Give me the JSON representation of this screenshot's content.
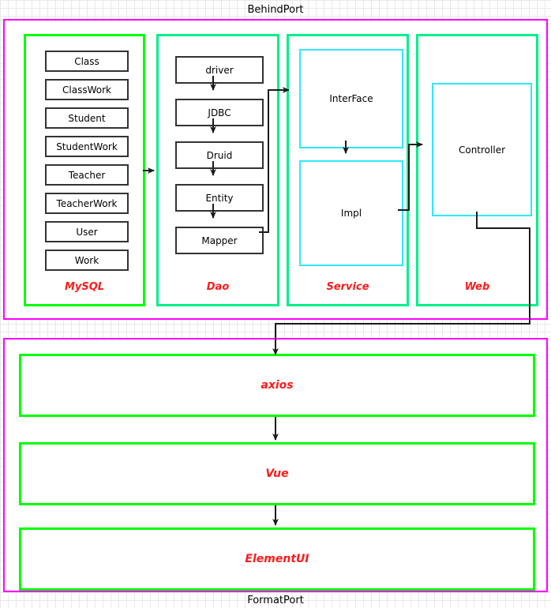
{
  "diagram": {
    "title_top": "BehindPort",
    "title_bottom": "FormatPort",
    "colors": {
      "port_border": "#ff00ff",
      "group_green": "#00ff00",
      "group_spring": "#00ef8a",
      "node_dark": "#333333",
      "node_cyan": "#2ee8ff",
      "label_red": "#ff1a1a",
      "connector": "#1a1a1a",
      "background": "#ffffff",
      "grid_minor": "#e9e9e9",
      "grid_major": "#cfcfcf"
    }
  },
  "behind_port": {
    "label": "BehindPort",
    "groups": [
      {
        "name": "mysql",
        "label": "MySQL",
        "border_color": "#00ff00",
        "nodes": [
          {
            "label": "Class"
          },
          {
            "label": "ClassWork"
          },
          {
            "label": "Student"
          },
          {
            "label": "StudentWork"
          },
          {
            "label": "Teacher"
          },
          {
            "label": "TeacherWork"
          },
          {
            "label": "User"
          },
          {
            "label": "Work"
          }
        ]
      },
      {
        "name": "dao",
        "label": "Dao",
        "border_color": "#00ef8a",
        "nodes": [
          {
            "label": "driver"
          },
          {
            "label": "JDBC"
          },
          {
            "label": "Druid"
          },
          {
            "label": "Entity"
          },
          {
            "label": "Mapper"
          }
        ]
      },
      {
        "name": "service",
        "label": "Service",
        "border_color": "#00ef8a",
        "nodes": [
          {
            "label": "InterFace"
          },
          {
            "label": "Impl"
          }
        ]
      },
      {
        "name": "web",
        "label": "Web",
        "border_color": "#00ef8a",
        "nodes": [
          {
            "label": "Controller"
          }
        ]
      }
    ]
  },
  "format_port": {
    "label": "FormatPort",
    "nodes": [
      {
        "label": "axios"
      },
      {
        "label": "Vue"
      },
      {
        "label": "ElementUI"
      }
    ]
  },
  "flows": [
    {
      "from": "MySQL",
      "to": "Dao"
    },
    {
      "from": "driver",
      "to": "JDBC"
    },
    {
      "from": "JDBC",
      "to": "Druid"
    },
    {
      "from": "Druid",
      "to": "Entity"
    },
    {
      "from": "Entity",
      "to": "Mapper"
    },
    {
      "from": "Mapper",
      "to": "InterFace"
    },
    {
      "from": "InterFace",
      "to": "Impl"
    },
    {
      "from": "Impl",
      "to": "Controller"
    },
    {
      "from": "Controller",
      "to": "axios"
    },
    {
      "from": "axios",
      "to": "Vue"
    },
    {
      "from": "Vue",
      "to": "ElementUI"
    }
  ]
}
